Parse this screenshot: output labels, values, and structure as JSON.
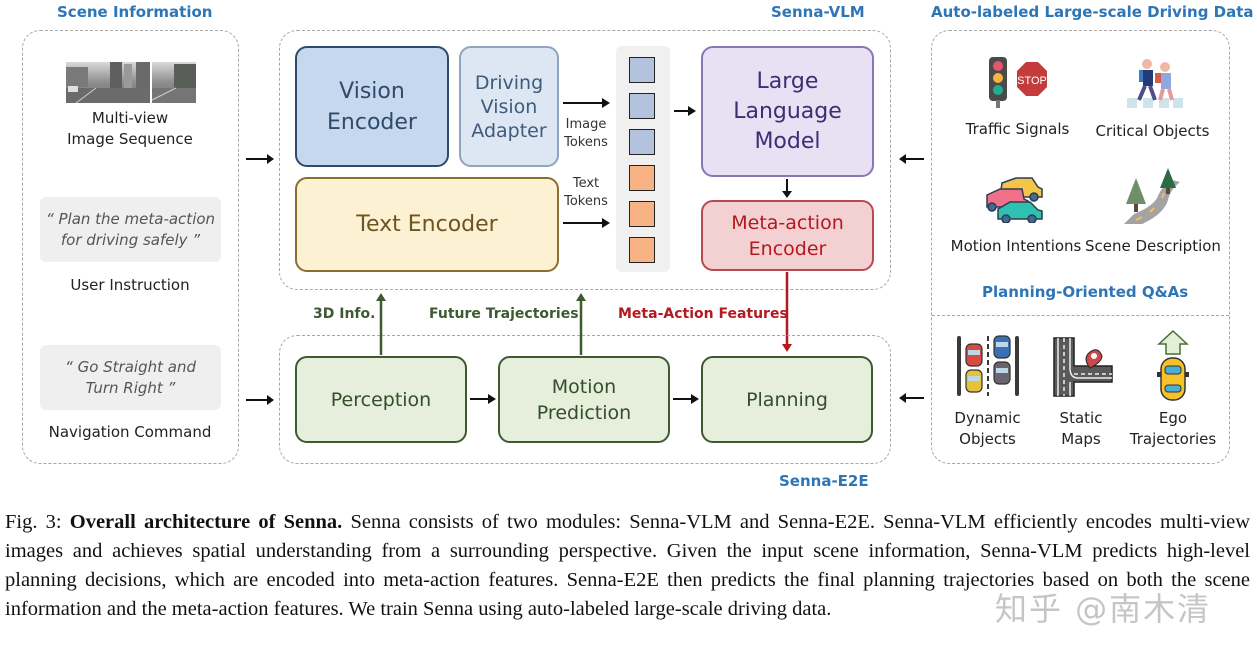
{
  "scene_information": {
    "title": "Scene Information",
    "multiview_label_line1": "Multi-view",
    "multiview_label_line2": "Image Sequence",
    "user_instruction_quote_line1": "“ Plan the meta-action",
    "user_instruction_quote_line2": "for driving safely ”",
    "user_instruction_label": "User Instruction",
    "nav_quote_line1": "“ Go Straight and",
    "nav_quote_line2": "Turn Right ”",
    "nav_label": "Navigation Command"
  },
  "senna_vlm": {
    "title": "Senna-VLM",
    "vision_encoder_line1": "Vision",
    "vision_encoder_line2": "Encoder",
    "dva_line1": "Driving",
    "dva_line2": "Vision",
    "dva_line3": "Adapter",
    "text_encoder": "Text Encoder",
    "image_tokens_line1": "Image",
    "image_tokens_line2": "Tokens",
    "text_tokens_line1": "Text",
    "text_tokens_line2": "Tokens",
    "llm_line1": "Large",
    "llm_line2": "Language",
    "llm_line3": "Model",
    "meta_encoder_line1": "Meta-action",
    "meta_encoder_line2": "Encoder",
    "token_counts": {
      "image": 3,
      "text": 3
    }
  },
  "connectors": {
    "info_3d": "3D Info.",
    "future_traj": "Future Trajectories",
    "meta_action_features": "Meta-Action Features"
  },
  "senna_e2e": {
    "title": "Senna-E2E",
    "perception": "Perception",
    "motion_line1": "Motion",
    "motion_line2": "Prediction",
    "planning": "Planning"
  },
  "auto_labeled": {
    "title": "Auto-labeled Large-scale Driving Data",
    "traffic_signals": "Traffic Signals",
    "stop_sign_text": "STOP",
    "critical_objects": "Critical Objects",
    "motion_intentions": "Motion Intentions",
    "scene_description": "Scene Description",
    "qa_title": "Planning-Oriented Q&As",
    "dynamic_line1": "Dynamic",
    "dynamic_line2": "Objects",
    "static_line1": "Static",
    "static_line2": "Maps",
    "ego_line1": "Ego",
    "ego_line2": "Trajectories"
  },
  "colors": {
    "section_title": "#2e75b6",
    "green_arrow": "#3d5a30",
    "red_arrow": "#b3191f"
  },
  "caption": {
    "prefix": "Fig. 3: ",
    "bold": "Overall architecture of Senna.",
    "body": " Senna consists of two modules: Senna-VLM and Senna-E2E. Senna-VLM efficiently encodes multi-view images and achieves spatial understanding from a surrounding perspective. Given the input scene information, Senna-VLM predicts high-level planning decisions, which are encoded into meta-action features. Senna-E2E then predicts the final planning trajectories based on both the scene information and the meta-action features. We train Senna using auto-labeled large-scale driving data."
  },
  "watermark": "知乎 @南木清"
}
